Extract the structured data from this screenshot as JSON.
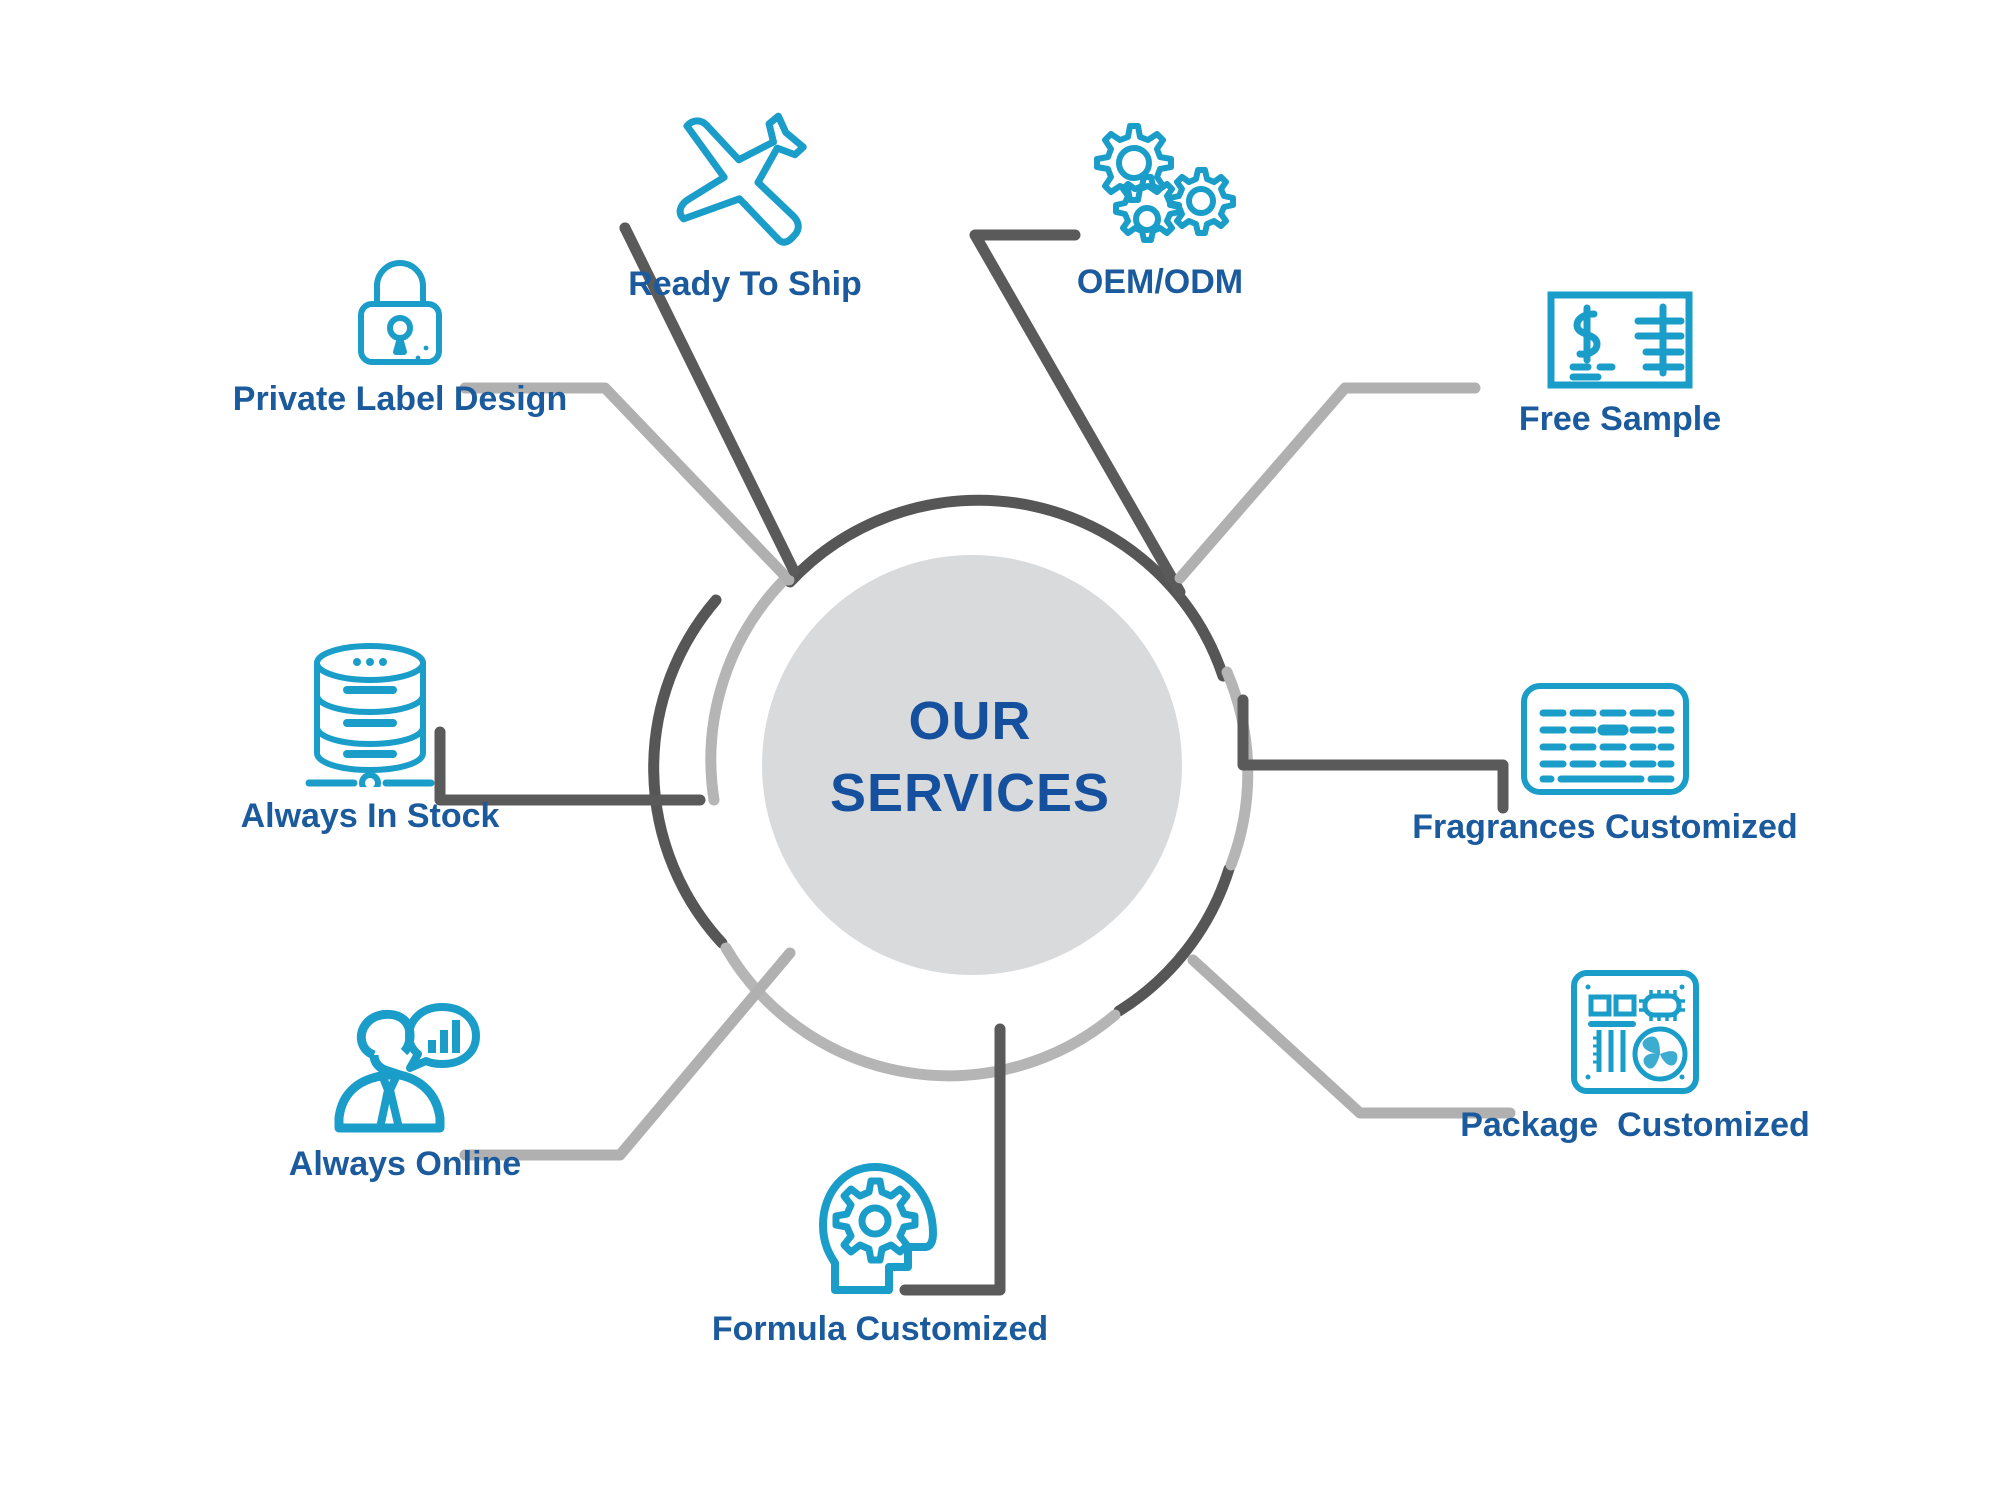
{
  "hub": {
    "line1": "OUR",
    "line2": "SERVICES",
    "text_color": "#14509e",
    "inner_fill": "#d9dadc",
    "ring_dark": "#565656",
    "ring_light": "#b5b5b5"
  },
  "theme": {
    "icon_color": "#1a9ec9",
    "label_color": "#1b5a9c",
    "wire_dark": "#5a5a5a",
    "wire_light": "#b0b0b0",
    "background": "#ffffff"
  },
  "nodes": [
    {
      "id": "private-label-design",
      "label": "Private Label Design",
      "icon": "padlock-icon",
      "wire_color": "#b0b0b0"
    },
    {
      "id": "ready-to-ship",
      "label": "Ready To Ship",
      "icon": "airplane-icon",
      "wire_color": "#5a5a5a"
    },
    {
      "id": "oem-odm",
      "label": "OEM/ODM",
      "icon": "gears-icon",
      "wire_color": "#5a5a5a"
    },
    {
      "id": "free-sample",
      "label": "Free Sample",
      "icon": "banknote-dollar-icon",
      "wire_color": "#b0b0b0"
    },
    {
      "id": "fragrances-customized",
      "label": "Fragrances Customized",
      "icon": "keyboard-icon",
      "wire_color": "#5a5a5a"
    },
    {
      "id": "package-customized",
      "label": "Package  Customized",
      "icon": "circuit-board-icon",
      "wire_color": "#b0b0b0"
    },
    {
      "id": "formula-customized",
      "label": "Formula Customized",
      "icon": "head-gear-icon",
      "wire_color": "#5a5a5a"
    },
    {
      "id": "always-online",
      "label": "Always Online",
      "icon": "person-chart-bubble-icon",
      "wire_color": "#b0b0b0"
    },
    {
      "id": "always-in-stock",
      "label": "Always In Stock",
      "icon": "database-stack-icon",
      "wire_color": "#5a5a5a"
    }
  ]
}
